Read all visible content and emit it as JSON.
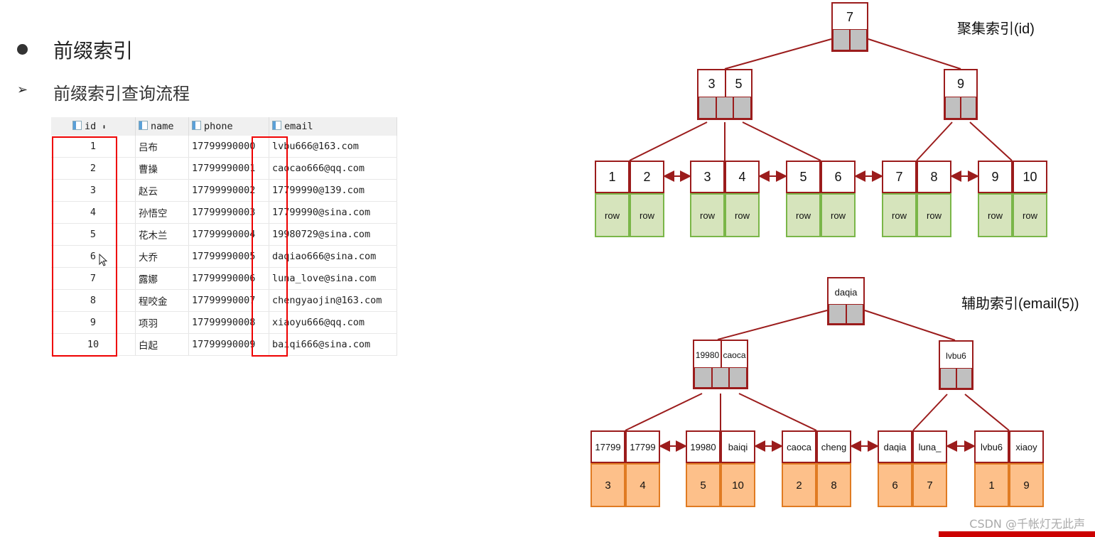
{
  "heading": "前缀索引",
  "subheading": "前缀索引查询流程",
  "table": {
    "columns": [
      "id",
      "name",
      "phone",
      "email"
    ],
    "rows": [
      [
        "1",
        "吕布",
        "17799990000",
        "lvbu666@163.com"
      ],
      [
        "2",
        "曹操",
        "17799990001",
        "caocao666@qq.com"
      ],
      [
        "3",
        "赵云",
        "17799990002",
        "17799990@139.com"
      ],
      [
        "4",
        "孙悟空",
        "17799990003",
        "17799990@sina.com"
      ],
      [
        "5",
        "花木兰",
        "17799990004",
        "19980729@sina.com"
      ],
      [
        "6",
        "大乔",
        "17799990005",
        "daqiao666@sina.com"
      ],
      [
        "7",
        "露娜",
        "17799990006",
        "luna_love@sina.com"
      ],
      [
        "8",
        "程咬金",
        "17799990007",
        "chengyaojin@163.com"
      ],
      [
        "9",
        "项羽",
        "17799990008",
        "xiaoyu666@qq.com"
      ],
      [
        "10",
        "白起",
        "17799990009",
        "baiqi666@sina.com"
      ]
    ]
  },
  "clustered": {
    "title": "聚集索引(id)",
    "root": [
      "7"
    ],
    "inner": [
      [
        "3",
        "5"
      ],
      [
        "9"
      ]
    ],
    "leaves": [
      {
        "keys": [
          "1",
          "2"
        ],
        "vals": [
          "row",
          "row"
        ]
      },
      {
        "keys": [
          "3",
          "4"
        ],
        "vals": [
          "row",
          "row"
        ]
      },
      {
        "keys": [
          "5",
          "6"
        ],
        "vals": [
          "row",
          "row"
        ]
      },
      {
        "keys": [
          "7",
          "8"
        ],
        "vals": [
          "row",
          "row"
        ]
      },
      {
        "keys": [
          "9",
          "10"
        ],
        "vals": [
          "row",
          "row"
        ]
      }
    ],
    "leaf_color": "#d6e4bc",
    "leaf_border": "#7ab648"
  },
  "secondary": {
    "title": "辅助索引(email(5))",
    "root": [
      "daqia"
    ],
    "inner": [
      [
        "19980",
        "caoca"
      ],
      [
        "lvbu6"
      ]
    ],
    "leaves": [
      {
        "keys": [
          "17799",
          "17799"
        ],
        "vals": [
          "3",
          "4"
        ]
      },
      {
        "keys": [
          "19980",
          "baiqi"
        ],
        "vals": [
          "5",
          "10"
        ]
      },
      {
        "keys": [
          "caoca",
          "cheng"
        ],
        "vals": [
          "2",
          "8"
        ]
      },
      {
        "keys": [
          "daqia",
          "luna_"
        ],
        "vals": [
          "6",
          "7"
        ]
      },
      {
        "keys": [
          "lvbu6",
          "xiaoy"
        ],
        "vals": [
          "1",
          "9"
        ]
      }
    ],
    "leaf_color": "#fdc08a",
    "leaf_border": "#e07b22"
  },
  "watermark": "CSDN @千帐灯无此声",
  "colors": {
    "node_border": "#9b1c1c",
    "highlight": "#e00000"
  }
}
